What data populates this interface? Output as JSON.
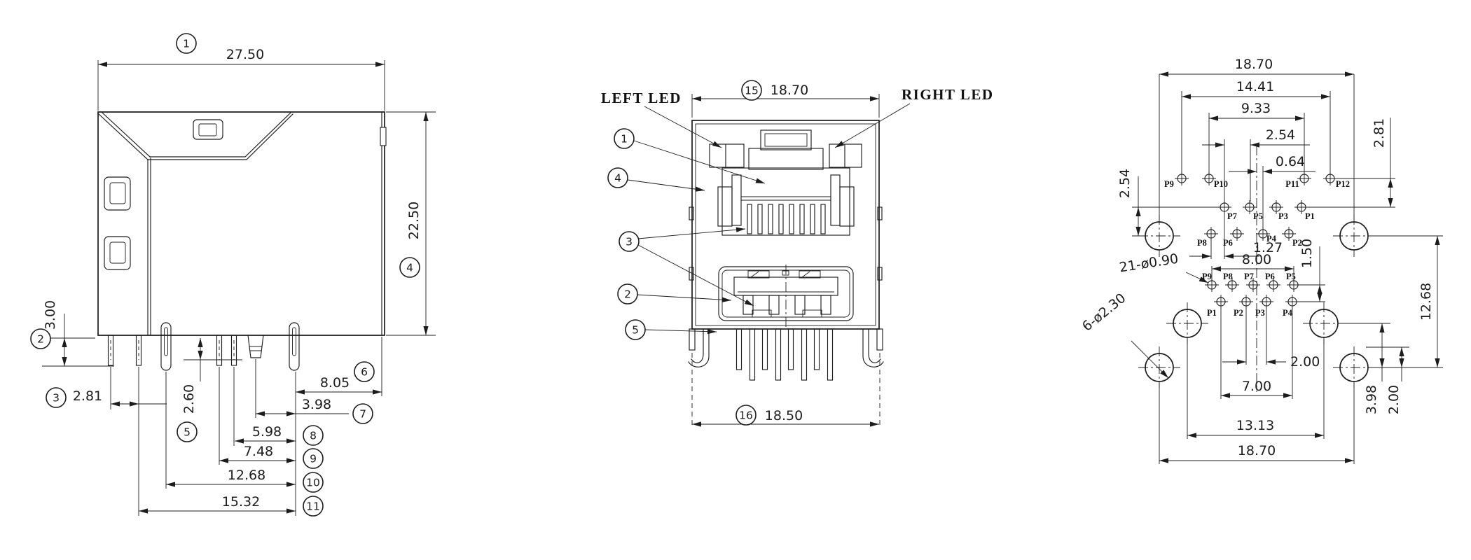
{
  "sheet": {
    "background": "#ffffff",
    "line_color": "#1c1c1c"
  },
  "side_view": {
    "balloons": {
      "b1": "1",
      "b2": "2",
      "b3": "3",
      "b4": "4",
      "b5": "5",
      "b6": "6",
      "b7": "7",
      "b8": "8",
      "b9": "9",
      "b10": "10",
      "b11": "11"
    },
    "dims": {
      "overall_width": "27.50",
      "overall_height": "22.50",
      "leg_length": "3.00",
      "pin_span_3": "2.81",
      "pin_length_5": "2.60",
      "span_6": "8.05",
      "span_7": "3.98",
      "span_8": "5.98",
      "span_9": "7.48",
      "span_10": "12.68",
      "span_11": "15.32"
    }
  },
  "front_view": {
    "labels": {
      "left_led": "LEFT LED",
      "right_led": "RIGHT LED"
    },
    "balloons": {
      "b15": "15",
      "b16": "16",
      "b1": "1",
      "b4": "4",
      "b3": "3",
      "b2": "2",
      "b5": "5"
    },
    "dims": {
      "top_width": "18.70",
      "bottom_width": "18.50"
    }
  },
  "footprint_view": {
    "dims": {
      "top_w1": "18.70",
      "top_w2": "14.41",
      "top_w3": "9.33",
      "top_w4": "2.54",
      "top_w5": "0.64",
      "left_v": "2.54",
      "right_v_top": "2.81",
      "mid_1": "1.27",
      "mid_2": "8.00",
      "mid_3": "1.50",
      "bot_1": "2.00",
      "bot_2": "7.00",
      "bot_3": "13.13",
      "bot_4": "18.70",
      "right_1": "12.68",
      "right_2": "3.98",
      "right_3": "2.00"
    },
    "callouts": {
      "small_holes": "21-ø0.90",
      "large_holes": "6-ø2.30"
    },
    "pin_labels": {
      "row1": [
        "P9",
        "P10",
        "P11",
        "P12"
      ],
      "row2": [
        "P7",
        "P5",
        "P3",
        "P1"
      ],
      "row3": [
        "P8",
        "P6",
        "P4",
        "P2"
      ],
      "row4": [
        "P9",
        "P8",
        "P7",
        "P6",
        "P5"
      ],
      "row5": [
        "P1",
        "P2",
        "P3",
        "P4"
      ]
    }
  }
}
